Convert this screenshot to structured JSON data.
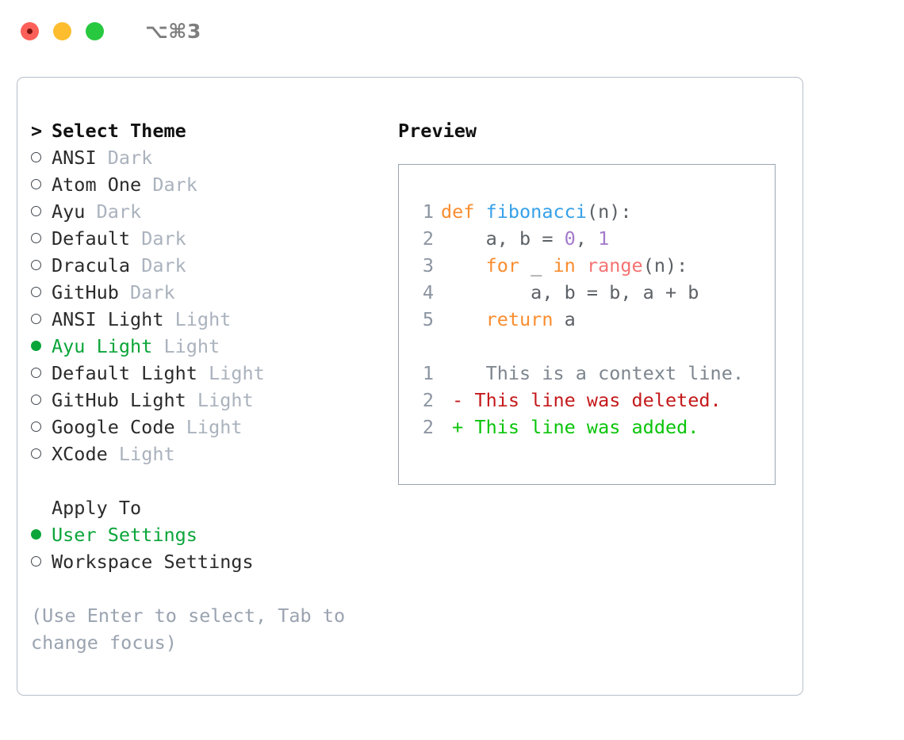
{
  "window": {
    "shortcut": "⌥⌘3",
    "traffic_lights": [
      "close-button",
      "minimize-button",
      "maximize-button"
    ],
    "accent_green": "#0aa539",
    "border_color": "#b6bfc9"
  },
  "theme_picker": {
    "header_marker": ">",
    "header_label": "Select Theme",
    "items": [
      {
        "marker": "hollow",
        "label": "ANSI",
        "suffix": "Dark",
        "selected": false
      },
      {
        "marker": "hollow",
        "label": "Atom One",
        "suffix": "Dark",
        "selected": false
      },
      {
        "marker": "hollow",
        "label": "Ayu",
        "suffix": "Dark",
        "selected": false
      },
      {
        "marker": "hollow",
        "label": "Default",
        "suffix": "Dark",
        "selected": false
      },
      {
        "marker": "hollow",
        "label": "Dracula",
        "suffix": "Dark",
        "selected": false
      },
      {
        "marker": "hollow",
        "label": "GitHub",
        "suffix": "Dark",
        "selected": false
      },
      {
        "marker": "hollow",
        "label": "ANSI Light",
        "suffix": "Light",
        "selected": false
      },
      {
        "marker": "filled",
        "label": "Ayu Light",
        "suffix": "Light",
        "selected": true
      },
      {
        "marker": "hollow",
        "label": "Default Light",
        "suffix": "Light",
        "selected": false
      },
      {
        "marker": "hollow",
        "label": "GitHub Light",
        "suffix": "Light",
        "selected": false
      },
      {
        "marker": "hollow",
        "label": "Google Code",
        "suffix": "Light",
        "selected": false
      },
      {
        "marker": "hollow",
        "label": "XCode",
        "suffix": "Light",
        "selected": false
      }
    ]
  },
  "apply_to": {
    "header_label": "Apply To",
    "items": [
      {
        "marker": "filled",
        "label": "User Settings",
        "selected": true
      },
      {
        "marker": "hollow",
        "label": "Workspace Settings",
        "selected": false
      }
    ]
  },
  "hint": "(Use Enter to select, Tab to change focus)",
  "preview": {
    "title": "Preview",
    "code_lines": [
      {
        "num": "1",
        "tokens": [
          {
            "t": "def ",
            "c": "kw"
          },
          {
            "t": "fibonacci",
            "c": "fn"
          },
          {
            "t": "(n):",
            "c": "punct"
          }
        ]
      },
      {
        "num": "2",
        "tokens": [
          {
            "t": "    a, b = ",
            "c": "plain"
          },
          {
            "t": "0",
            "c": "num"
          },
          {
            "t": ", ",
            "c": "plain"
          },
          {
            "t": "1",
            "c": "num"
          }
        ]
      },
      {
        "num": "3",
        "tokens": [
          {
            "t": "    ",
            "c": "plain"
          },
          {
            "t": "for",
            "c": "kw"
          },
          {
            "t": " _ ",
            "c": "plain"
          },
          {
            "t": "in",
            "c": "kw"
          },
          {
            "t": " ",
            "c": "plain"
          },
          {
            "t": "range",
            "c": "call"
          },
          {
            "t": "(n):",
            "c": "punct"
          }
        ]
      },
      {
        "num": "4",
        "tokens": [
          {
            "t": "        a, b = b, a + b",
            "c": "plain"
          }
        ]
      },
      {
        "num": "5",
        "tokens": [
          {
            "t": "    ",
            "c": "plain"
          },
          {
            "t": "return",
            "c": "kw"
          },
          {
            "t": " a",
            "c": "plain"
          }
        ]
      }
    ],
    "diff_lines": [
      {
        "num": "1",
        "sign": " ",
        "text": "  This is a context line.",
        "kind": "ctx"
      },
      {
        "num": "2",
        "sign": "-",
        "text": " This line was deleted.",
        "kind": "del"
      },
      {
        "num": "2",
        "sign": "+",
        "text": " This line was added.",
        "kind": "add"
      }
    ]
  }
}
